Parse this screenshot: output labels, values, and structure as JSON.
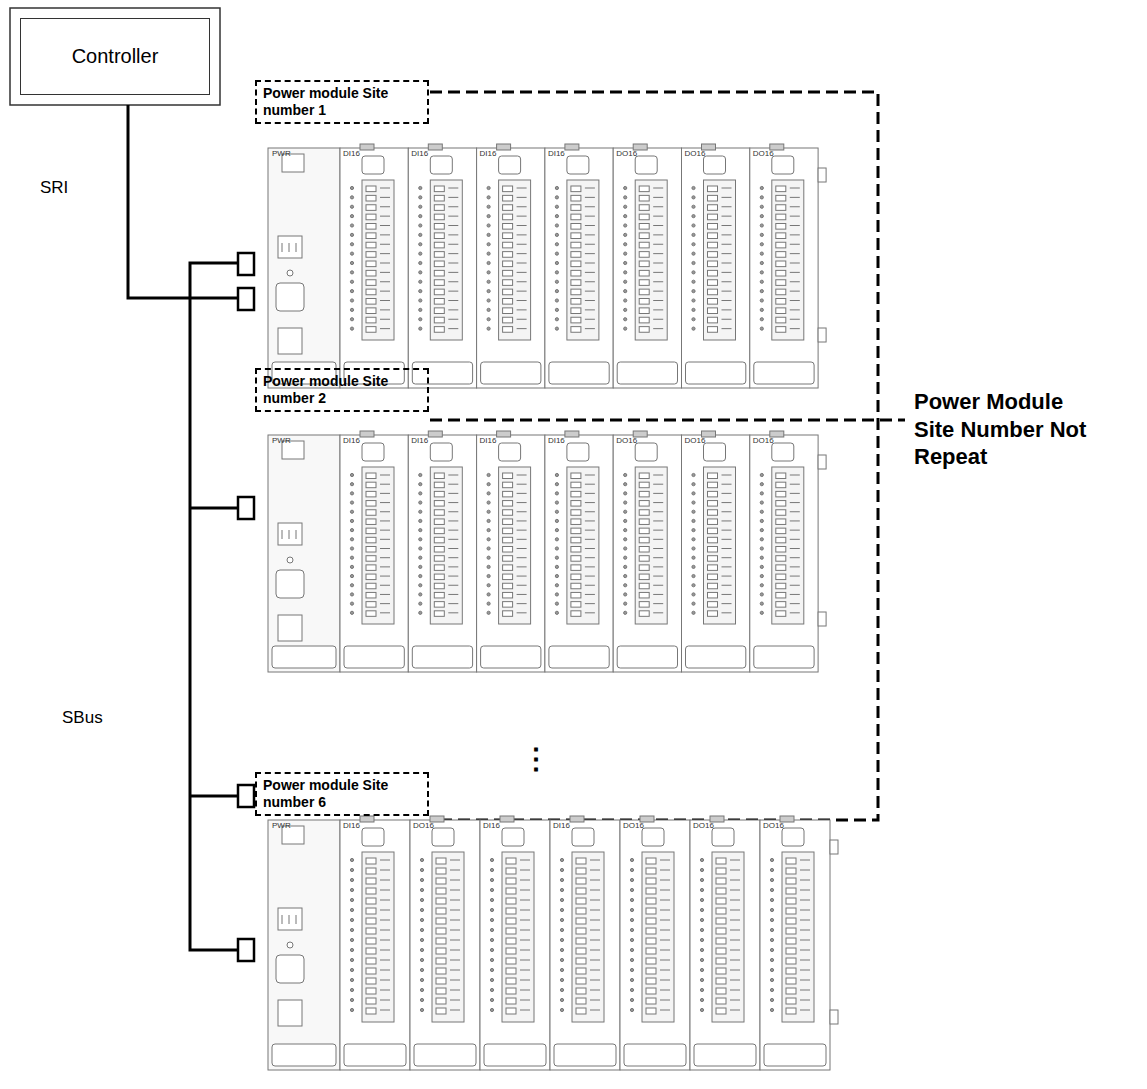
{
  "diagram": {
    "nodes": [
      {
        "text": [
          "Controller"
        ]
      },
      {
        "text": [
          "Power module Site number 1"
        ]
      },
      {
        "text": [
          "Power module Site number 2"
        ]
      },
      {
        "text": [
          "Power module Site number 6"
        ]
      }
    ],
    "labels": [
      "SRI",
      "PWR",
      "DI16",
      "DI16",
      "DI16",
      "DI16",
      "DO16",
      "DO16",
      "DO16",
      "PWR",
      "DI16",
      "DI16",
      "DI16",
      "DI16",
      "DO16",
      "DO16",
      "DO16",
      "SBus",
      "⋮",
      "PWR",
      "DI16",
      "DO16",
      "DI16",
      "DI16",
      "DO16",
      "DO16",
      "DO16",
      "Power Module Site Number Not Repeat"
    ]
  }
}
